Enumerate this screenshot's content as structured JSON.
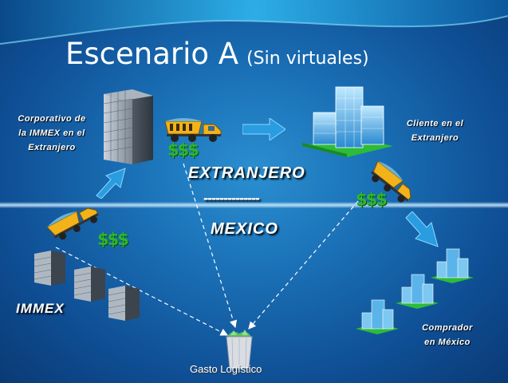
{
  "slide": {
    "title": "Escenario A",
    "subtitle": "(Sin virtuales)",
    "corporativo": [
      "Corporativo de",
      "la IMMEX en el",
      "Extranjero"
    ],
    "cliente": [
      "Cliente en el",
      "Extranjero"
    ],
    "extranjero": "EXTRANJERO",
    "dashes": "--------------",
    "mexico": "MEXICO",
    "immex": "IMMEX",
    "comprador": [
      "Comprador",
      "en México"
    ],
    "money": "$$$",
    "gasto": "Gasto Logístico"
  },
  "colors": {
    "arrow": "#2a9ce0",
    "money": "#2fb52f",
    "truck": "#f2b21a",
    "lawn": "#2dbb3a"
  },
  "icons": [
    "building-icon",
    "office-tower-icon",
    "dump-truck-icon",
    "money-icon",
    "arrow-icon",
    "waste-basket-icon"
  ]
}
